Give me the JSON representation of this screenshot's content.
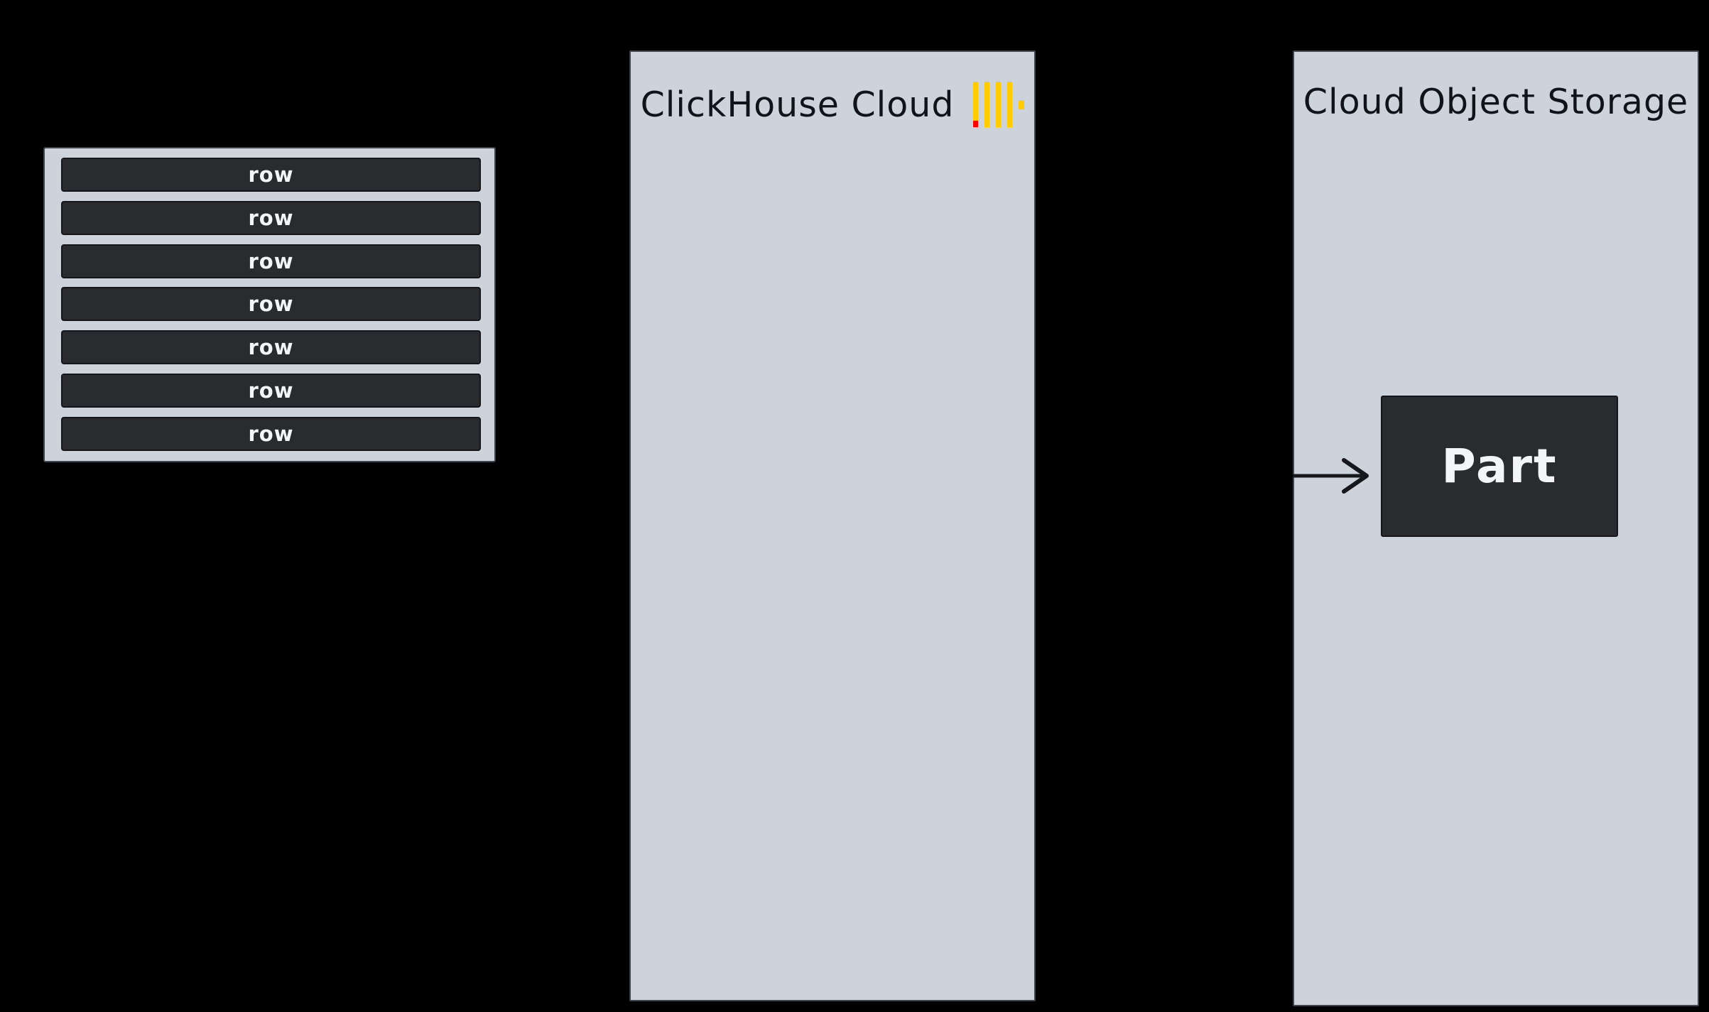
{
  "colors": {
    "canvas_bg": "#000000",
    "panel_bg": "#ccd3da",
    "panel_border": "#3e454e",
    "dark_box_bg": "#2a2b2e",
    "dark_box_border": "#141619",
    "light_text": "#f4f5f6",
    "dark_text": "#10131a",
    "logo_yellow": "#ffcc00",
    "logo_red": "#fa0000",
    "arrow": "#16181b"
  },
  "rows_stack": {
    "rows": [
      "row",
      "row",
      "row",
      "row",
      "row",
      "row",
      "row"
    ]
  },
  "clickhouse_panel": {
    "title": "ClickHouse Cloud",
    "logo_icon": "clickhouse-logo-icon"
  },
  "storage_panel": {
    "title": "Cloud Object Storage",
    "part_label": "Part",
    "arrow_icon": "right-arrow-icon"
  }
}
